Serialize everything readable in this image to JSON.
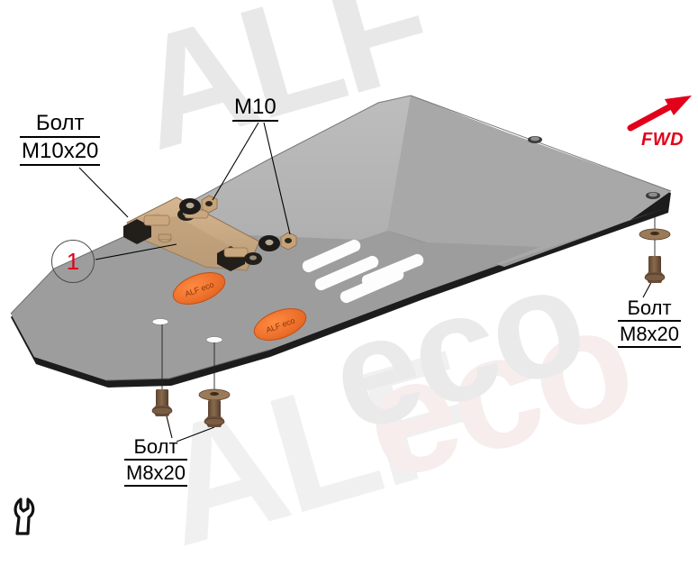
{
  "diagram": {
    "title": "Skid plate installation diagram",
    "background_color": "#ffffff"
  },
  "watermarks": [
    {
      "text": "ALF",
      "color": "#e8e8e8"
    },
    {
      "text": "eco",
      "color": "#eaeaea"
    },
    {
      "text": "ALF",
      "color": "#f0f0f0"
    },
    {
      "text": "eco",
      "color": "#f7eded"
    }
  ],
  "labels": {
    "bolt_m10": {
      "line1": "Болт",
      "line2": "M10x20"
    },
    "m10": {
      "line1": "M10"
    },
    "bolt_right": {
      "line1": "Болт",
      "line2": "M8x20"
    },
    "bolt_bottom": {
      "line1": "Болт",
      "line2": "M8x20"
    }
  },
  "direction_marker": {
    "text": "FWD",
    "color": "#e2001a",
    "arrow": "up-right"
  },
  "callout": {
    "number": "1",
    "color": "#e2001a"
  },
  "stickers": [
    {
      "text": "ALF eco",
      "color": "#f07030"
    },
    {
      "text": "ALF eco",
      "color": "#f07030"
    }
  ],
  "colors": {
    "plate_top_face": "#b3b3b3",
    "plate_main_face": "#9a9a9a",
    "plate_edge": "#1c1c1c",
    "bracket": "#c8a883",
    "hardware_dark": "#2a2520",
    "bolt_bronze": "#7a5c42",
    "leader_line": "#000000"
  },
  "icons": {
    "wrench": "wrench-icon"
  }
}
